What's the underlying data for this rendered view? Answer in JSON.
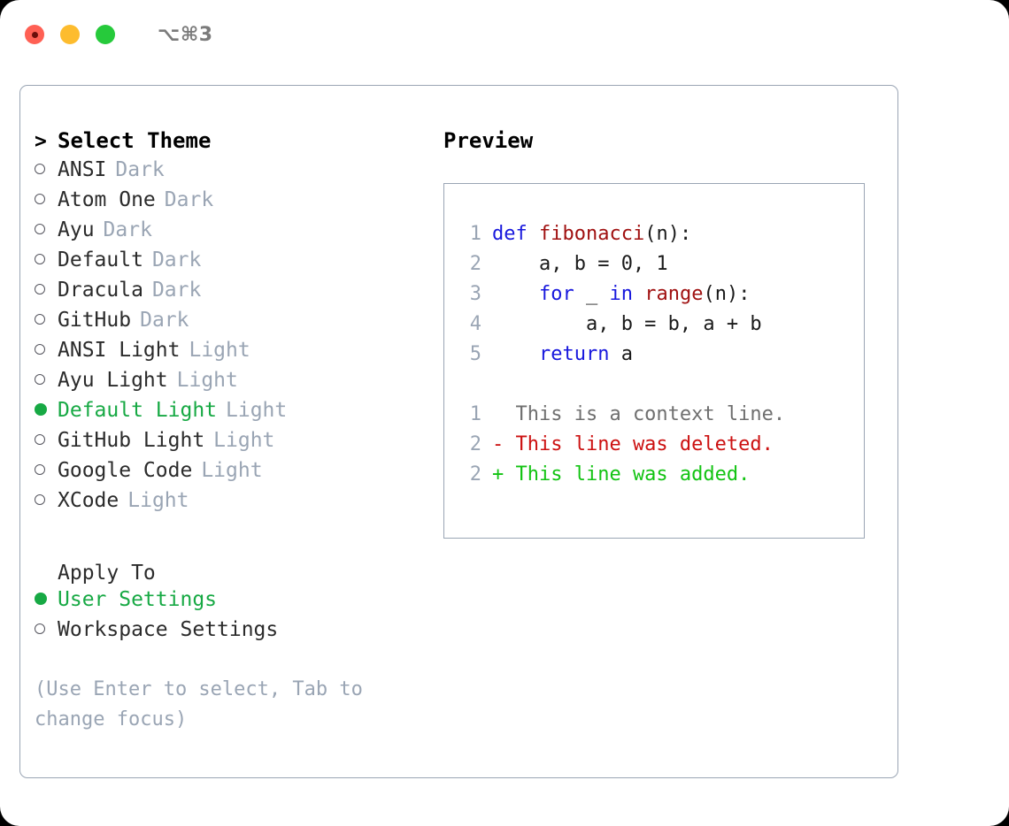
{
  "titlebar": {
    "shortcut": "⌥⌘3",
    "lights": [
      "close",
      "minimize",
      "maximize"
    ]
  },
  "theme_picker": {
    "header": "Select Theme",
    "caret": ">",
    "items": [
      {
        "marker": "empty",
        "label": "ANSI",
        "kind": "Dark",
        "selected": false
      },
      {
        "marker": "empty",
        "label": "Atom One",
        "kind": "Dark",
        "selected": false
      },
      {
        "marker": "empty",
        "label": "Ayu",
        "kind": "Dark",
        "selected": false
      },
      {
        "marker": "empty",
        "label": "Default",
        "kind": "Dark",
        "selected": false
      },
      {
        "marker": "empty",
        "label": "Dracula",
        "kind": "Dark",
        "selected": false
      },
      {
        "marker": "empty",
        "label": "GitHub",
        "kind": "Dark",
        "selected": false
      },
      {
        "marker": "empty",
        "label": "ANSI Light",
        "kind": "Light",
        "selected": false
      },
      {
        "marker": "empty",
        "label": "Ayu Light",
        "kind": "Light",
        "selected": false
      },
      {
        "marker": "filled",
        "label": "Default Light",
        "kind": "Light",
        "selected": true
      },
      {
        "marker": "empty",
        "label": "GitHub Light",
        "kind": "Light",
        "selected": false
      },
      {
        "marker": "empty",
        "label": "Google Code",
        "kind": "Light",
        "selected": false
      },
      {
        "marker": "empty",
        "label": "XCode",
        "kind": "Light",
        "selected": false
      }
    ]
  },
  "apply_to": {
    "title": "Apply To",
    "options": [
      {
        "marker": "filled",
        "label": "User Settings",
        "selected": true
      },
      {
        "marker": "empty",
        "label": "Workspace Settings",
        "selected": false
      }
    ]
  },
  "hint": "(Use Enter to select, Tab to change focus)",
  "preview": {
    "title": "Preview",
    "code_lines": [
      {
        "no": "1",
        "segments": [
          {
            "t": "def ",
            "c": "kw"
          },
          {
            "t": "fibonacci",
            "c": "fn"
          },
          {
            "t": "(n):",
            "c": "code-text"
          }
        ]
      },
      {
        "no": "2",
        "segments": [
          {
            "t": "    a, b = 0, 1",
            "c": "code-text"
          }
        ]
      },
      {
        "no": "3",
        "segments": [
          {
            "t": "    ",
            "c": "code-text"
          },
          {
            "t": "for",
            "c": "kw"
          },
          {
            "t": " _ ",
            "c": "code-text"
          },
          {
            "t": "in ",
            "c": "kw"
          },
          {
            "t": "range",
            "c": "fn"
          },
          {
            "t": "(n):",
            "c": "code-text"
          }
        ]
      },
      {
        "no": "4",
        "segments": [
          {
            "t": "        a, b = b, a + b",
            "c": "code-text"
          }
        ]
      },
      {
        "no": "5",
        "segments": [
          {
            "t": "    ",
            "c": "code-text"
          },
          {
            "t": "return",
            "c": "kw"
          },
          {
            "t": " a",
            "c": "code-text"
          }
        ]
      }
    ],
    "diff_lines": [
      {
        "no": "1",
        "text": "  This is a context line.",
        "c": "diff-context"
      },
      {
        "no": "2",
        "text": "- This line was deleted.",
        "c": "diff-del"
      },
      {
        "no": "2",
        "text": "+ This line was added.",
        "c": "diff-add"
      }
    ]
  },
  "colors": {
    "accent_green": "#17a944",
    "diff_add_green": "#12c312",
    "diff_del_red": "#cc1111",
    "keyword_blue": "#1818dd",
    "function_red": "#a01111",
    "muted_grey": "#9aa5b4",
    "border": "#9aa5b4"
  }
}
